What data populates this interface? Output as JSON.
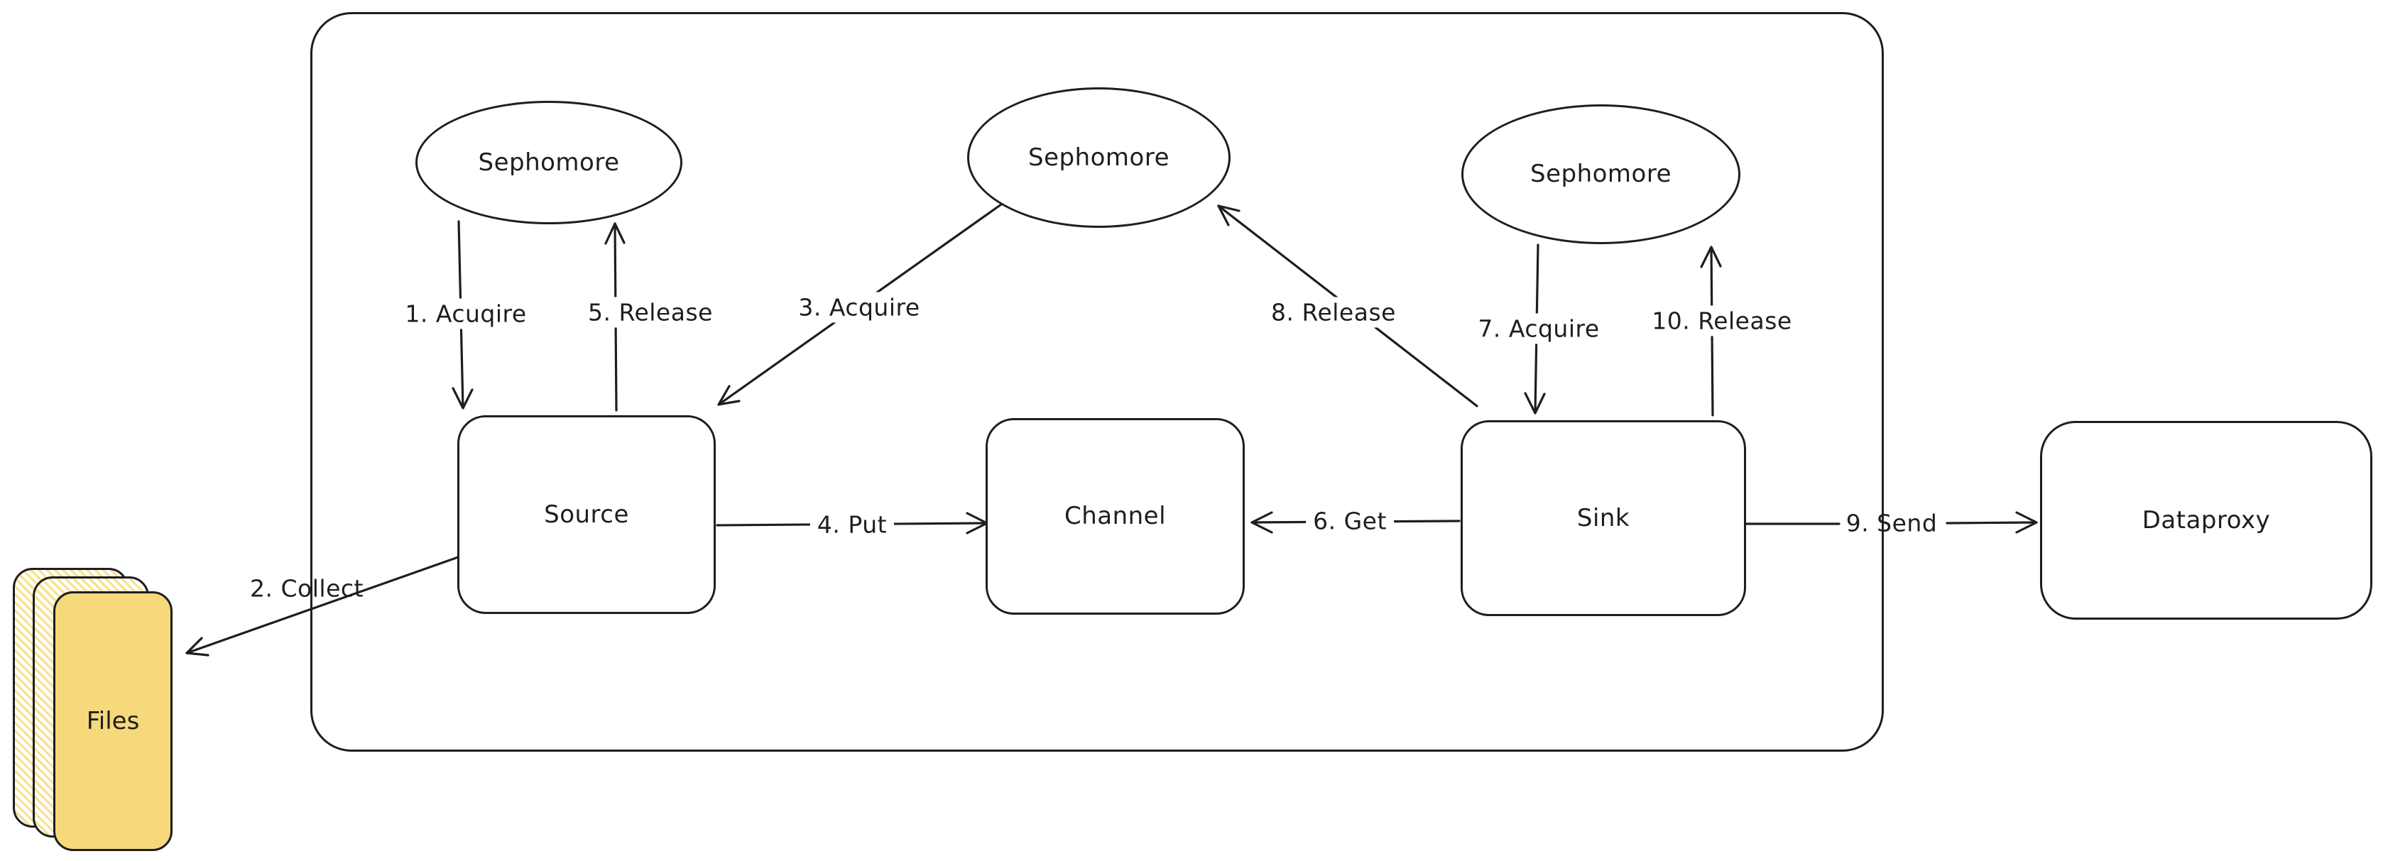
{
  "canvas": {
    "background": "#ffffff",
    "stroke_color": "#1e1e1e",
    "file_fill_color": "#f6d97a"
  },
  "nodes": {
    "semaphore1": {
      "label": "Sephomore"
    },
    "semaphore2": {
      "label": "Sephomore"
    },
    "semaphore3": {
      "label": "Sephomore"
    },
    "source": {
      "label": "Source"
    },
    "channel": {
      "label": "Channel"
    },
    "sink": {
      "label": "Sink"
    },
    "dataproxy": {
      "label": "Dataproxy"
    },
    "files": {
      "label": "Files"
    }
  },
  "edges": {
    "acquire1": {
      "label": "1. Acuqire"
    },
    "collect2": {
      "label": "2. Collect"
    },
    "acquire3": {
      "label": "3. Acquire"
    },
    "put4": {
      "label": "4. Put"
    },
    "release5": {
      "label": "5. Release"
    },
    "get6": {
      "label": "6. Get"
    },
    "acquire7": {
      "label": "7. Acquire"
    },
    "release8": {
      "label": "8. Release"
    },
    "send9": {
      "label": "9. Send"
    },
    "release10": {
      "label": "10. Release"
    }
  }
}
